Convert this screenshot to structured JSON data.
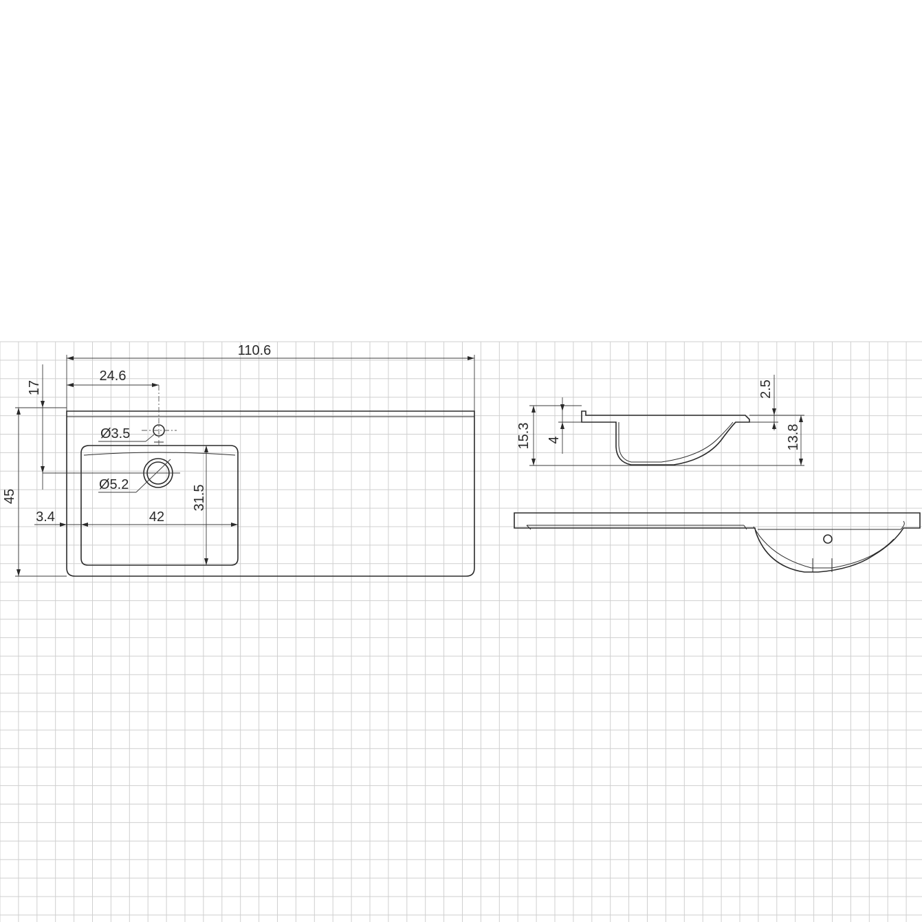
{
  "drawing": {
    "dimensions": {
      "overall_width": "110.6",
      "tap_hole_offset": "24.6",
      "tap_hole_diameter": "Ø3.5",
      "drain_diameter": "Ø5.2",
      "left_margin": "3.4",
      "bowl_width": "42",
      "bowl_depth": "31.5",
      "overall_depth": "45",
      "drain_from_back": "17",
      "side_total_height": "15.3",
      "side_rim_height": "4",
      "side_splash_height": "2.5",
      "side_bowl_depth": "13.8"
    }
  }
}
